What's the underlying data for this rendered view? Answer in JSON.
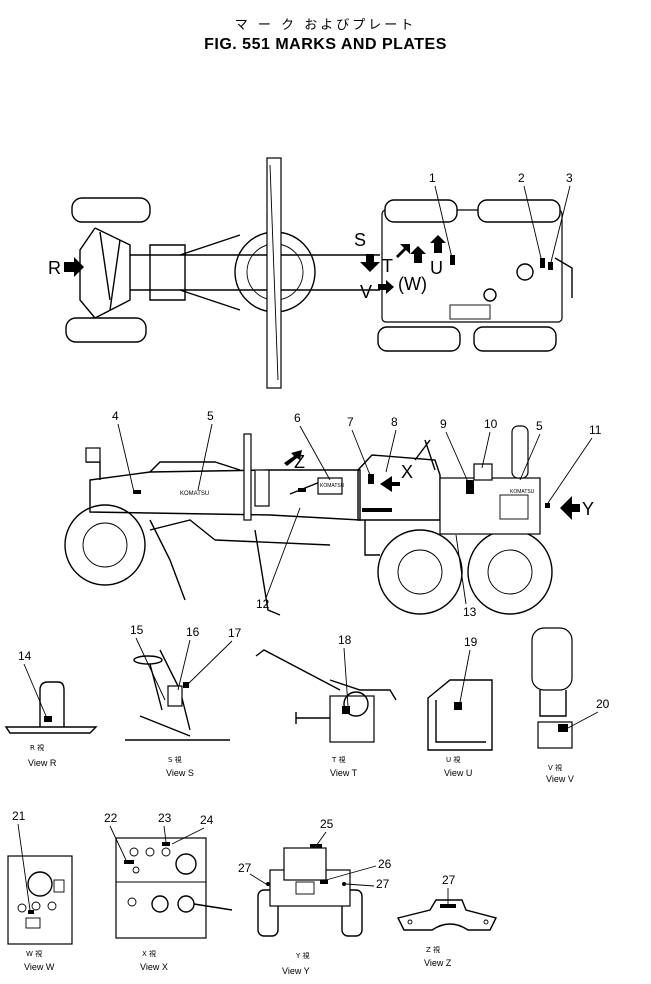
{
  "title": {
    "japanese": "マ ー ク  およびプレート",
    "english": "FIG. 551  MARKS AND PLATES"
  },
  "callouts": [
    "1",
    "2",
    "3",
    "4",
    "5",
    "6",
    "7",
    "8",
    "9",
    "10",
    "11",
    "12",
    "13",
    "14",
    "15",
    "16",
    "17",
    "18",
    "19",
    "20",
    "21",
    "22",
    "23",
    "24",
    "25",
    "26",
    "27"
  ],
  "view_letters": {
    "R": "R",
    "S": "S",
    "T": "T",
    "U": "U",
    "V": "V",
    "W": "(W)",
    "X": "X",
    "Y": "Y",
    "Z": "Z"
  },
  "view_captions": [
    {
      "id": "R",
      "kanji": "R  視",
      "label": "View  R"
    },
    {
      "id": "S",
      "kanji": "S  視",
      "label": "View  S"
    },
    {
      "id": "T",
      "kanji": "T  視",
      "label": "View  T"
    },
    {
      "id": "U",
      "kanji": "U  視",
      "label": "View  U"
    },
    {
      "id": "V",
      "kanji": "V  視",
      "label": "View  V"
    },
    {
      "id": "W",
      "kanji": "W  視",
      "label": "View  W"
    },
    {
      "id": "X",
      "kanji": "X  視",
      "label": "View  X"
    },
    {
      "id": "Y",
      "kanji": "Y  視",
      "label": "View  Y"
    },
    {
      "id": "Z",
      "kanji": "Z  視",
      "label": "View  Z"
    }
  ],
  "brand_text": "KOMATSU",
  "icons": [
    "arrow-icon",
    "tire-icon",
    "plate-icon"
  ]
}
